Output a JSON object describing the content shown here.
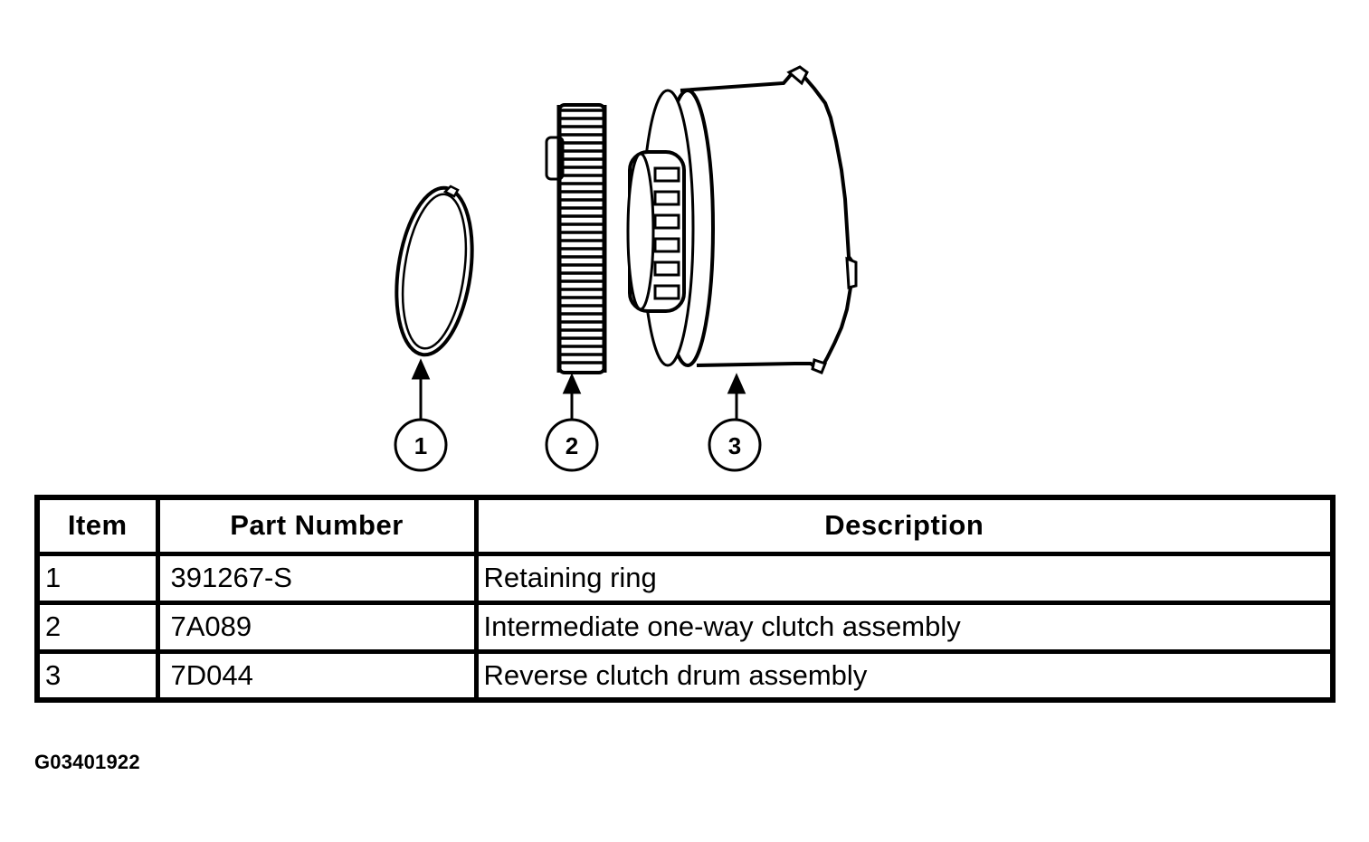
{
  "figure": {
    "id": "G03401922",
    "callouts": [
      "1",
      "2",
      "3"
    ]
  },
  "table": {
    "headers": [
      "Item",
      "Part Number",
      "Description"
    ],
    "rows": [
      {
        "item": "1",
        "part_number": "391267-S",
        "description": "Retaining ring"
      },
      {
        "item": "2",
        "part_number": "7A089",
        "description": "Intermediate one-way clutch assembly"
      },
      {
        "item": "3",
        "part_number": "7D044",
        "description": "Reverse clutch drum assembly"
      }
    ]
  },
  "colors": {
    "ink": "#000000",
    "paper": "#ffffff"
  }
}
